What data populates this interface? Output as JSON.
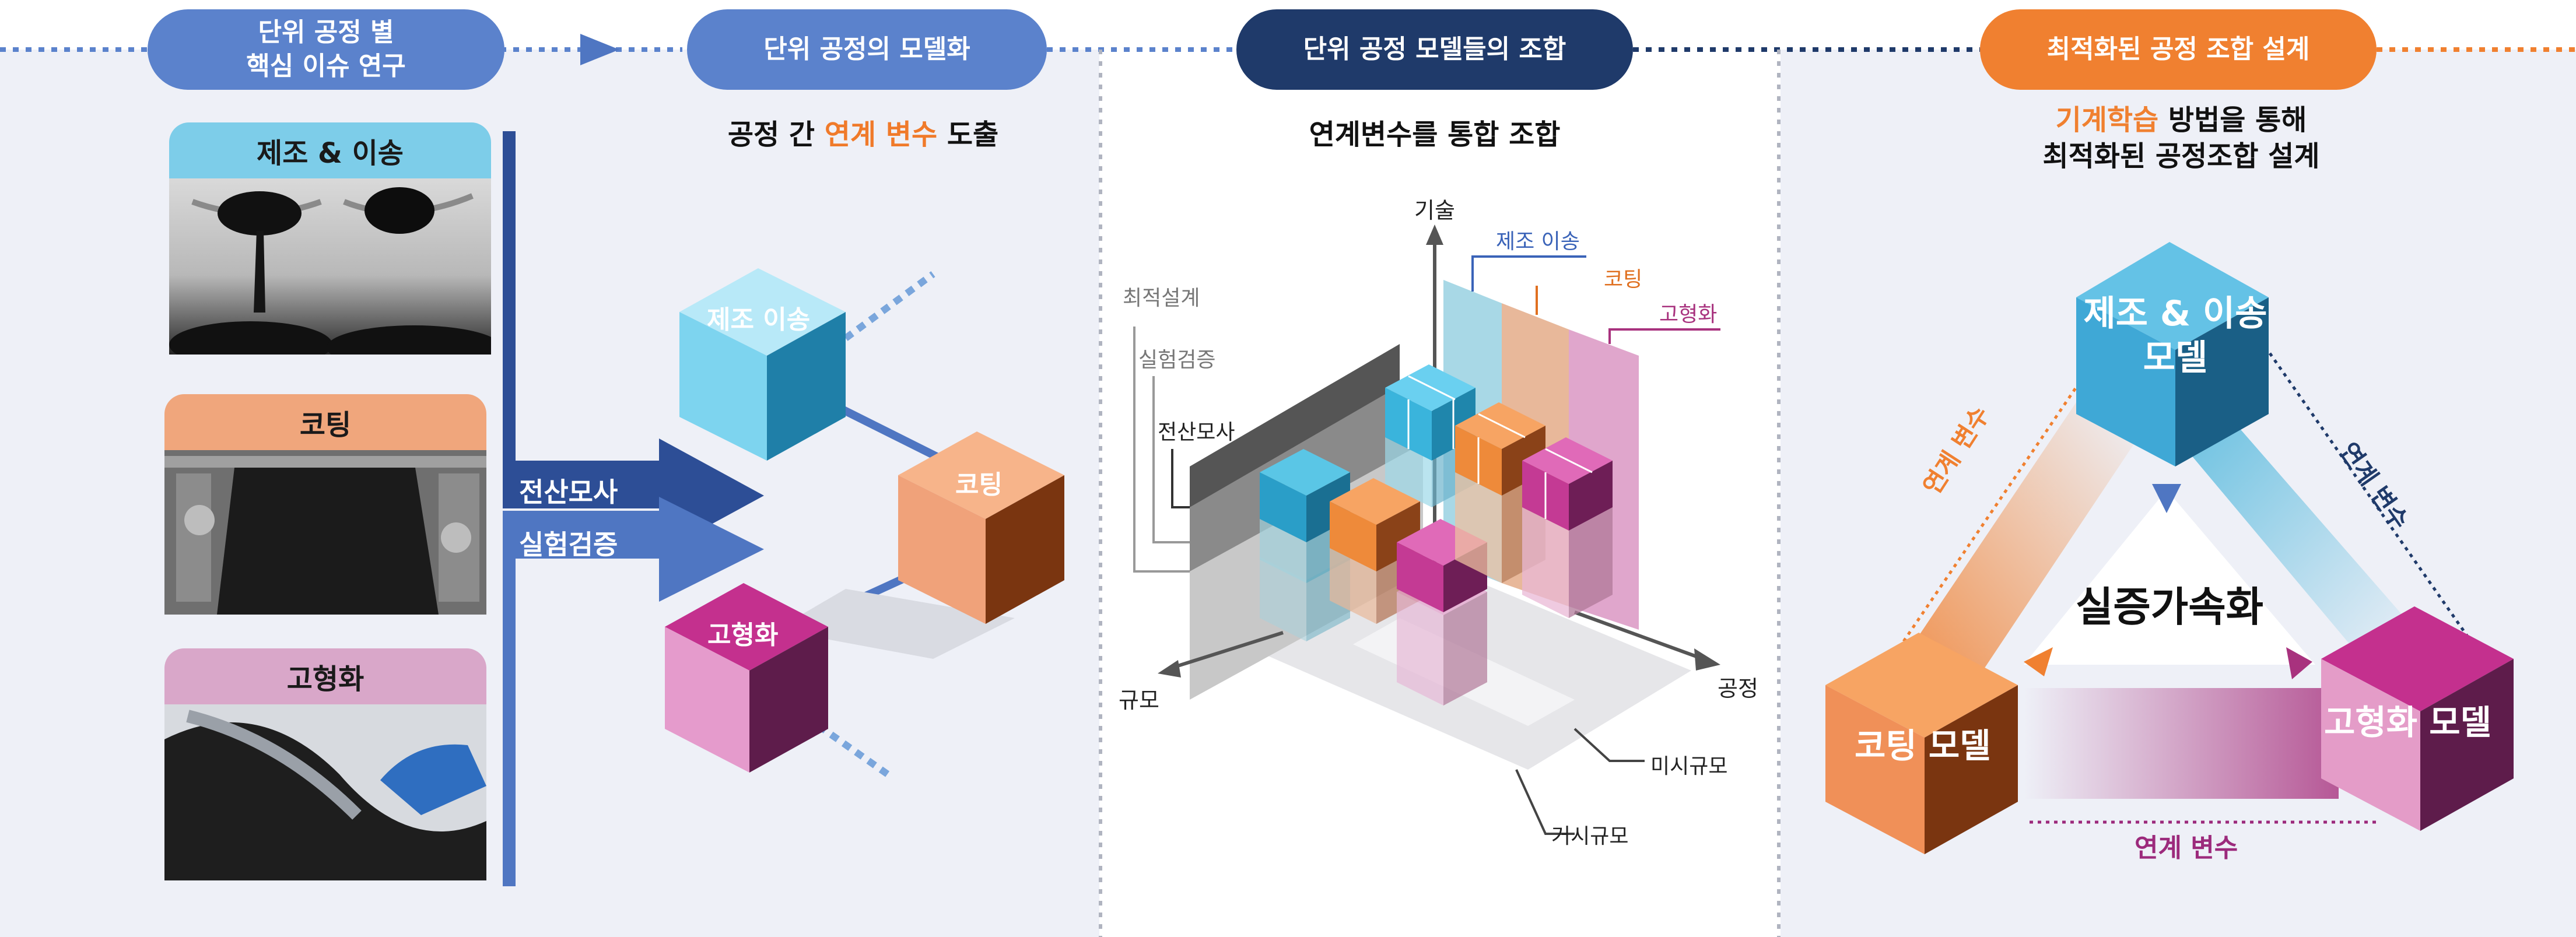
{
  "stages": [
    {
      "line1": "단위 공정 별",
      "line2": "핵심 이슈 연구",
      "color": "#5b82cc"
    },
    {
      "line1": "단위 공정의 모델화",
      "color": "#5b82cc"
    },
    {
      "line1": "단위 공정 모델들의 조합",
      "color": "#1f3a6a"
    },
    {
      "line1": "최적화된 공정 조합 설계",
      "color": "#f08030"
    }
  ],
  "panel1": {
    "cards": [
      {
        "label": "제조 & 이송",
        "color": "#7dcde9"
      },
      {
        "label": "코팅",
        "color": "#f0a67c"
      },
      {
        "label": "고형화",
        "color": "#d9a7c9"
      }
    ],
    "arrows": [
      {
        "label": "전산모사",
        "color": "#2d4e96"
      },
      {
        "label": "실험검증",
        "color": "#4f76c2"
      }
    ]
  },
  "panel2": {
    "subtitle_pre": "공정 간 ",
    "subtitle_hl": "연계 변수",
    "subtitle_post": " 도출",
    "cubes": [
      {
        "label": "제조 이송",
        "color": "#7dd4ef"
      },
      {
        "label": "코팅",
        "color": "#f07a2a"
      },
      {
        "label": "고형화",
        "color": "#c4308e"
      }
    ]
  },
  "panel3": {
    "subtitle": "연계변수를 통합 조합",
    "axis_tech": "기술",
    "axis_scale": "규모",
    "axis_process": "공정",
    "layers": [
      "최적설계",
      "실험검증",
      "전산모사"
    ],
    "process_labels": [
      {
        "label": "제조 이송",
        "color": "#3a63b8"
      },
      {
        "label": "코팅",
        "color": "#e07020"
      },
      {
        "label": "고형화",
        "color": "#a8327e"
      }
    ],
    "scale_labels": [
      "미시규모",
      "거시규모"
    ]
  },
  "panel4": {
    "subtitle_hl": "기계학습",
    "subtitle_post": " 방법을 통해",
    "subtitle_line2": "최적화된 공정조합 설계",
    "model_top_line1": "제조 & 이송",
    "model_top_line2": "모델",
    "model_left": "코팅 모델",
    "model_right": "고형화 모델",
    "center": "실증가속화",
    "link_left": "연계 변수",
    "link_right": "연계 변수",
    "link_bottom": "연계 변수"
  },
  "colors": {
    "blue_light": "#5b82cc",
    "navy": "#1f3a6a",
    "orange": "#f08030",
    "magenta": "#9c2a7c",
    "cyan": "#4fb7dc"
  }
}
